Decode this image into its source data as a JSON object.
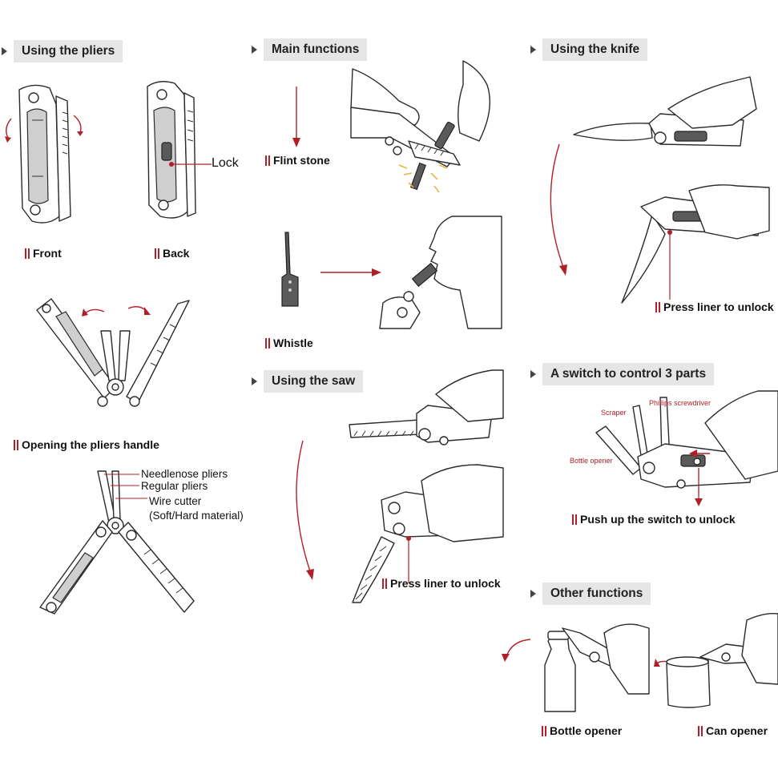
{
  "sections": {
    "pliers": {
      "title": "Using the pliers"
    },
    "main": {
      "title": "Main functions"
    },
    "knife": {
      "title": "Using the knife"
    },
    "saw": {
      "title": "Using the saw"
    },
    "switch": {
      "title": "A switch to control 3 parts"
    },
    "other": {
      "title": "Other functions"
    }
  },
  "captions": {
    "front": "Front",
    "back": "Back",
    "opening": "Opening the pliers handle",
    "flint": "Flint stone",
    "whistle": "Whistle",
    "knife_press": "Press liner to unlock",
    "saw_press": "Press liner to unlock",
    "push_switch": "Push up the switch to unlock",
    "bottle": "Bottle opener",
    "can": "Can opener"
  },
  "labels": {
    "lock": "Lock",
    "needlenose": "Needlenose pliers",
    "regular": "Regular pliers",
    "wire_cutter": "Wire cutter",
    "wire_cutter_sub": "(Soft/Hard material)",
    "scraper": "Scraper",
    "phillips": "Phillips screwdriver",
    "bottle_opener_small": "Bottle opener"
  },
  "colors": {
    "accent_red": "#b0202a",
    "heading_bg": "#e6e6e6",
    "spark": "#e8b54a"
  },
  "icons": [
    "triangle-bullet-icon",
    "red-bar-bullet-icon",
    "red-arrow-icon"
  ]
}
